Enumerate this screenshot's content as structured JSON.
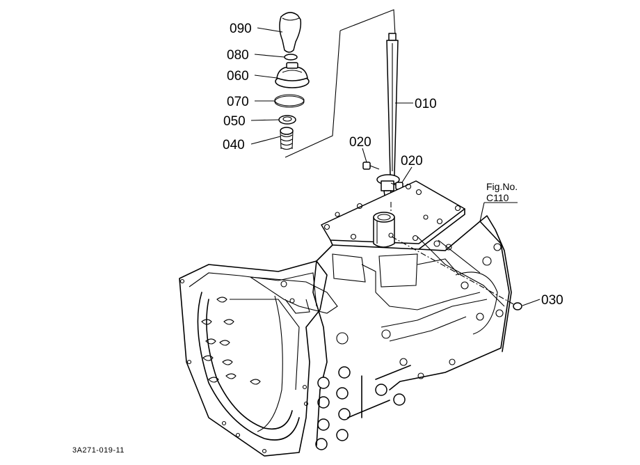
{
  "callouts": [
    {
      "id": "090",
      "label": "090"
    },
    {
      "id": "080",
      "label": "080"
    },
    {
      "id": "060",
      "label": "060"
    },
    {
      "id": "070",
      "label": "070"
    },
    {
      "id": "050",
      "label": "050"
    },
    {
      "id": "040",
      "label": "040"
    },
    {
      "id": "010",
      "label": "010"
    },
    {
      "id": "020a",
      "label": "020"
    },
    {
      "id": "020b",
      "label": "020"
    },
    {
      "id": "030",
      "label": "030"
    }
  ],
  "figure_ref": {
    "line1": "Fig.No.",
    "line2": "C110"
  },
  "drawing_code": "3A271-019-11"
}
